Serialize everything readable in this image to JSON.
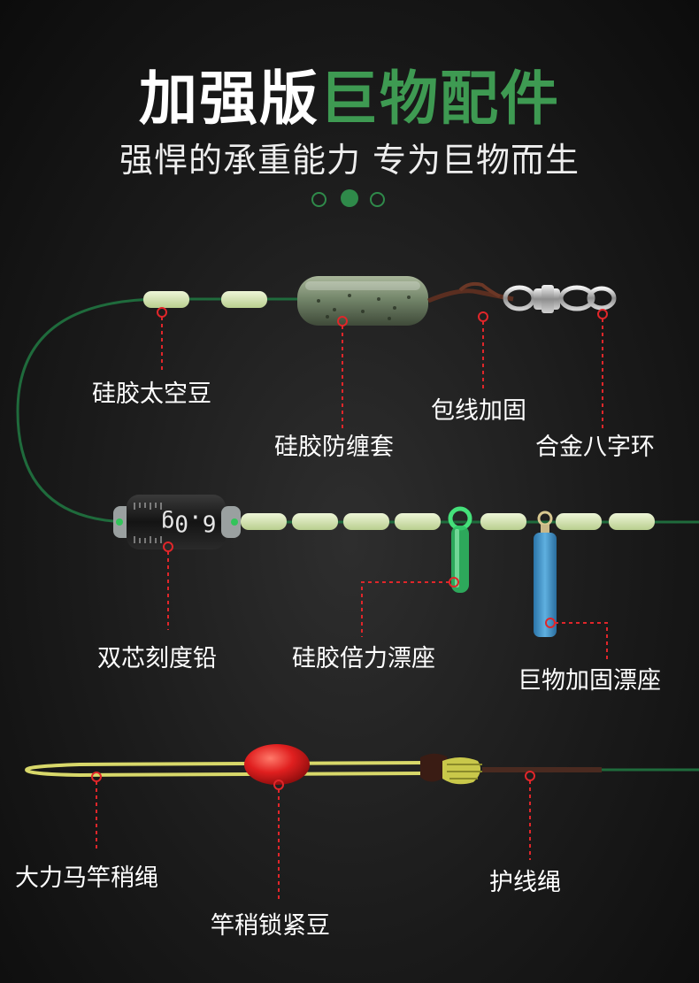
{
  "header": {
    "title_white": "加强版",
    "title_green": "巨物配件",
    "subtitle": "强悍的承重能力 专为巨物而生"
  },
  "lead_weight_marking": "6.0g",
  "labels": {
    "silicone_space_bean": "硅胶太空豆",
    "silicone_anti_tangle": "硅胶防缠套",
    "wrapped_reinforce": "包线加固",
    "alloy_swivel": "合金八字环",
    "dual_core_lead": "双芯刻度铅",
    "silicone_float_seat": "硅胶倍力漂座",
    "giant_float_seat": "巨物加固漂座",
    "rod_tip_rope": "大力马竿稍绳",
    "rod_tip_lock_bean": "竿稍锁紧豆",
    "protect_line_rope": "护线绳"
  },
  "colors": {
    "accent_green": "#3e9a52",
    "line_green": "#1f6b3c",
    "marker_red": "#e0262a",
    "glow_bean": "#d9e8b8",
    "float_seat_blue": "#3b8fc4",
    "lock_bean_red": "#e01f1f",
    "rope_yellow": "#d8d86a"
  }
}
